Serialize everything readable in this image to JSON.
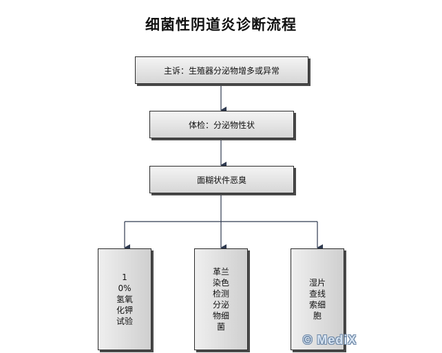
{
  "title": "细菌性阴道炎诊断流程",
  "nodes": {
    "chief_complaint": "主诉：生殖器分泌物增多或异常",
    "exam": "体检：分泌物性状",
    "discharge": "面糊状件恶臭",
    "koh_test": "10%氢氧化钾试验",
    "gram_stain": "革兰染色检测分泌物细菌",
    "wet_mount": "湿片查线索细胞"
  },
  "watermark": "© MediX",
  "colors": {
    "line": "#2f3a4f",
    "box_border": "#2a2a2a",
    "box_shadow": "#4a4a4a"
  }
}
